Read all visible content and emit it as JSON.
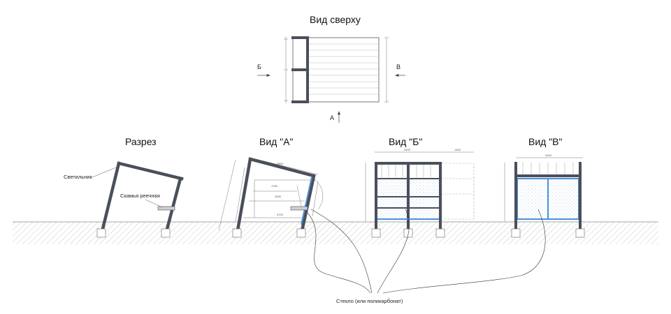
{
  "titles": {
    "top": "Вид сверху",
    "section": "Разрез",
    "view_a": "Вид \"А\"",
    "view_b": "Вид \"Б\"",
    "view_v": "Вид \"В\""
  },
  "view_markers": {
    "b": "Б",
    "v": "В",
    "a": "А"
  },
  "labels": {
    "lamp": "Светильник",
    "bench": "Скамья реечная",
    "glass": "Стекло (или поликарбонат)"
  },
  "colors": {
    "steel": "#4a4f5c",
    "glass_edge": "#4a90d9",
    "ground_hatch": "#b0b0b0",
    "dimension": "#777777"
  }
}
